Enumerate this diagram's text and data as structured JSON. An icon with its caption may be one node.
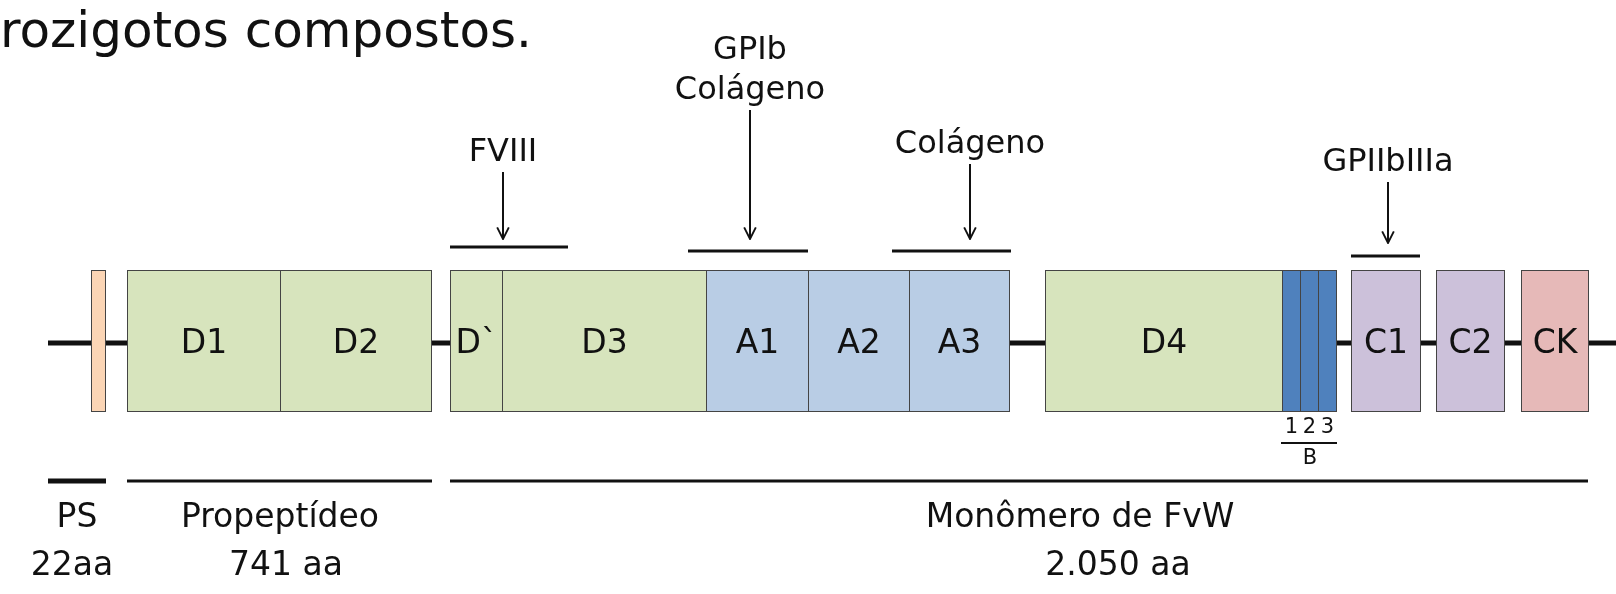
{
  "diagram": {
    "nodes": [
      {
        "text": [
          "FVIII"
        ]
      },
      {
        "text": [
          "GPIb Colágeno"
        ]
      },
      {
        "text": [
          "Colágeno"
        ]
      },
      {
        "text": [
          "GPIIbIIIa"
        ]
      },
      {
        "text": [],
        "shape": "box"
      },
      {
        "text": [
          "D1"
        ]
      },
      {
        "text": [
          "D2"
        ]
      },
      {
        "text": [
          "D`"
        ]
      },
      {
        "text": [
          "D3"
        ]
      },
      {
        "text": [
          "A1"
        ]
      },
      {
        "text": [
          "A2"
        ]
      },
      {
        "text": [
          "A3"
        ]
      },
      {
        "text": [
          "D4"
        ]
      },
      {
        "text": [],
        "shape": "box",
        "beside": [
          "1"
        ]
      },
      {
        "text": [],
        "shape": "box",
        "beside": [
          "2"
        ]
      },
      {
        "text": [],
        "shape": "box",
        "beside": [
          "3"
        ]
      },
      {
        "text": [
          "C1"
        ]
      },
      {
        "text": [
          "C2"
        ]
      },
      {
        "text": [
          "CK"
        ]
      }
    ],
    "edges": [
      {
        "from": 0,
        "to": 7,
        "arrow": "to"
      },
      {
        "from": 1,
        "to": 9,
        "arrow": "to"
      },
      {
        "from": 2,
        "to": 11,
        "arrow": "to"
      },
      {
        "from": 3,
        "to": 16,
        "arrow": "to"
      }
    ],
    "labels": [
      "rozigotos compostos.",
      "B",
      "PS",
      "Propeptídeo",
      "Monômero de FvW",
      "22aa",
      "741 aa",
      "2.050 aa"
    ]
  }
}
